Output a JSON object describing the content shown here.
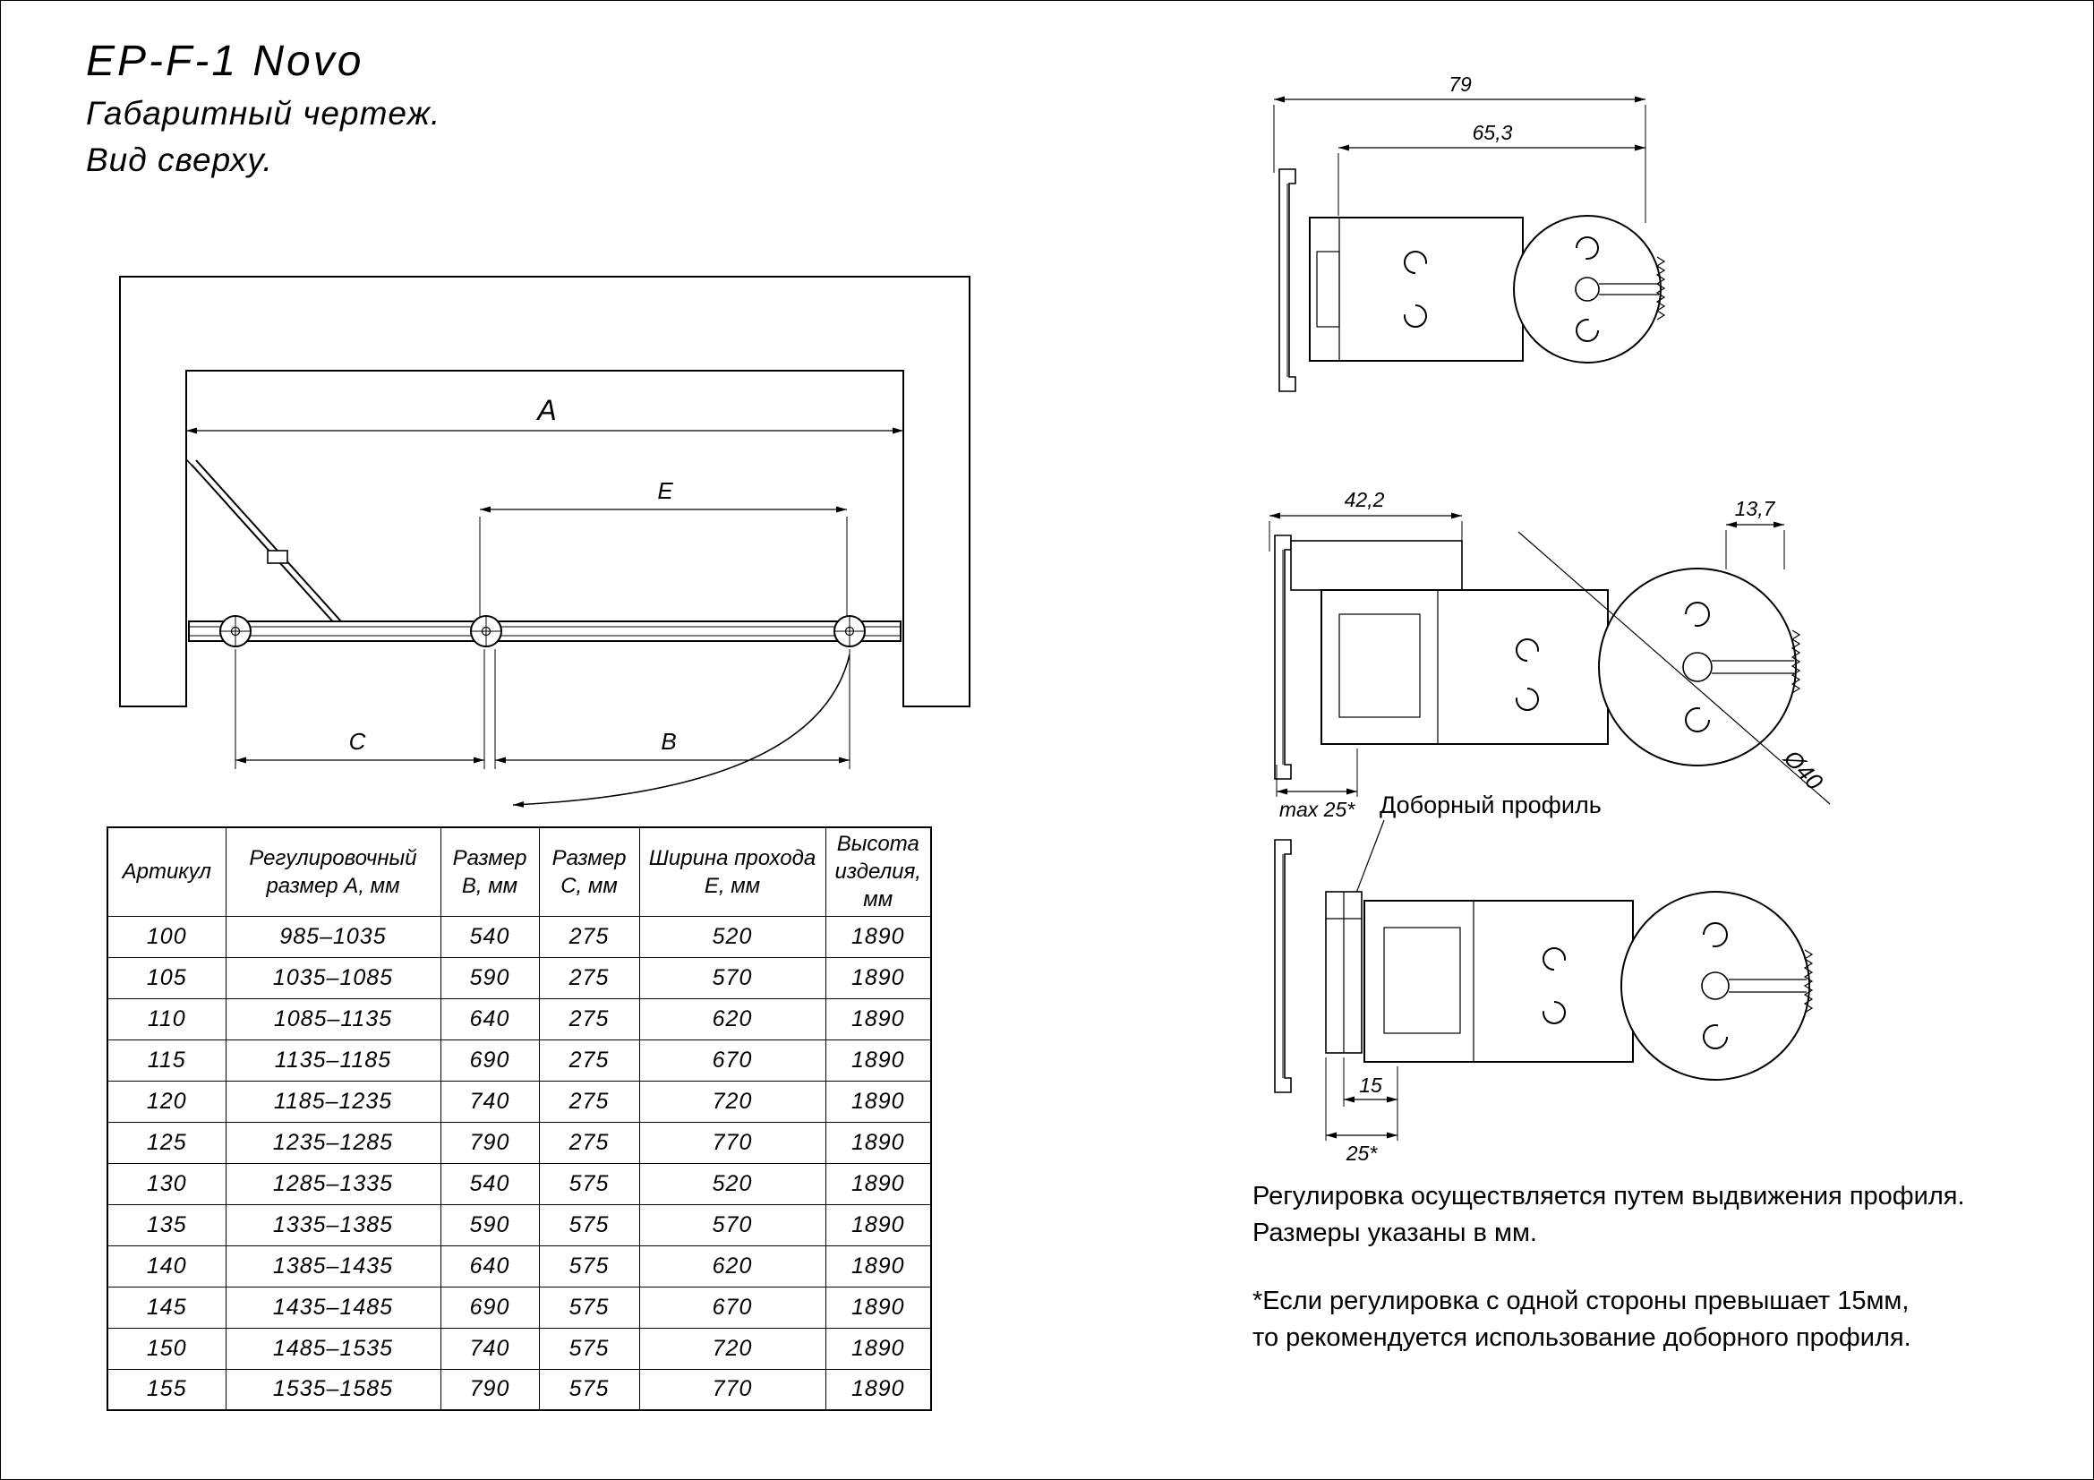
{
  "colors": {
    "ink": "#000000",
    "paper": "#ffffff"
  },
  "title": {
    "product": "EP-F-1 Novo",
    "subtitle1": "Габаритный чертеж.",
    "subtitle2": "Вид сверху."
  },
  "main_drawing": {
    "dim_a": "A",
    "dim_e": "E",
    "dim_c": "C",
    "dim_b": "B"
  },
  "detail_top": {
    "dim_total": "79",
    "dim_inner": "65,3"
  },
  "detail_middle": {
    "dim_total": "42,2",
    "dim_gap": "13,7",
    "dim_max": "max 25*",
    "dim_diameter": "Ø40"
  },
  "detail_bottom": {
    "callout": "Доборный профиль",
    "dim_width": "15",
    "dim_extension": "25*"
  },
  "table": {
    "headers": [
      "Артикул",
      "Регулировочный размер А, мм",
      "Размер В, мм",
      "Размер С, мм",
      "Ширина прохода Е, мм",
      "Высота изделия, мм"
    ],
    "rows": [
      [
        "100",
        "985–1035",
        "540",
        "275",
        "520",
        "1890"
      ],
      [
        "105",
        "1035–1085",
        "590",
        "275",
        "570",
        "1890"
      ],
      [
        "110",
        "1085–1135",
        "640",
        "275",
        "620",
        "1890"
      ],
      [
        "115",
        "1135–1185",
        "690",
        "275",
        "670",
        "1890"
      ],
      [
        "120",
        "1185–1235",
        "740",
        "275",
        "720",
        "1890"
      ],
      [
        "125",
        "1235–1285",
        "790",
        "275",
        "770",
        "1890"
      ],
      [
        "130",
        "1285–1335",
        "540",
        "575",
        "520",
        "1890"
      ],
      [
        "135",
        "1335–1385",
        "590",
        "575",
        "570",
        "1890"
      ],
      [
        "140",
        "1385–1435",
        "640",
        "575",
        "620",
        "1890"
      ],
      [
        "145",
        "1435–1485",
        "690",
        "575",
        "670",
        "1890"
      ],
      [
        "150",
        "1485–1535",
        "740",
        "575",
        "720",
        "1890"
      ],
      [
        "155",
        "1535–1585",
        "790",
        "575",
        "770",
        "1890"
      ]
    ]
  },
  "notes": {
    "line1": "Регулировка осуществляется путем выдвижения профиля.",
    "line2": "Размеры указаны в мм.",
    "footnote_line1": "*Если регулировка с одной стороны превышает 15мм,",
    "footnote_line2": "то рекомендуется использование доборного профиля."
  }
}
